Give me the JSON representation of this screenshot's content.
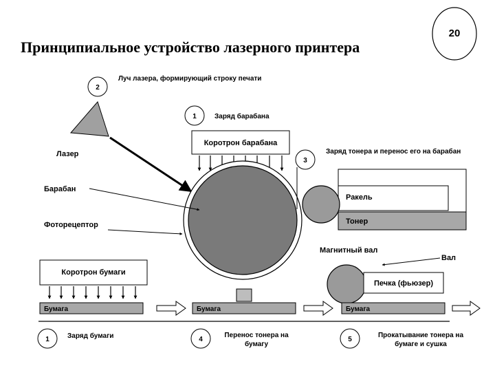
{
  "title": "Принципиальное устройство лазерного принтера",
  "slide_number": "20",
  "labels": {
    "laser_beam": "Луч лазера, формирующий строку печати",
    "drum_charge": "Заряд барабана",
    "drum_corotron": "Коротрон барабана",
    "laser": "Лазер",
    "toner_charge": "Заряд тонера и перенос его на барабан",
    "drum": "Барабан",
    "photoreceptor": "Фоторецептор",
    "blade": "Ракель",
    "toner": "Тонер",
    "magnetic_roller": "Магнитный вал",
    "roller": "Вал",
    "paper_corotron": "Коротрон бумаги",
    "fuser": "Печка (фьюзер)",
    "paper": "Бумага",
    "paper_charge": "Заряд бумаги",
    "toner_transfer_line1": "Перенос тонера на",
    "toner_transfer_line2": "бумагу",
    "fusing_line1": "Прокатывание тонера на",
    "fusing_line2": "бумаге и сушка"
  },
  "step_numbers": [
    "1",
    "2",
    "3",
    "4",
    "5"
  ],
  "colors": {
    "drum_fill": "#7a7a7a",
    "roller_fill": "#9a9a9a",
    "strip_fill": "#a8a8a8",
    "laser_fill": "#a0a0a0"
  }
}
